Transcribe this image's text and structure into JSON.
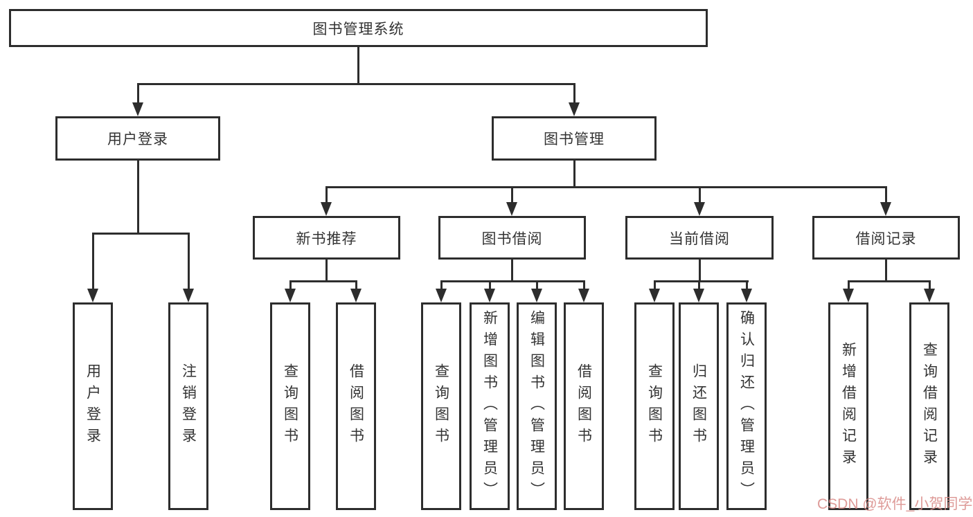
{
  "diagram": {
    "type": "hierarchy",
    "tree": {
      "label": "图书管理系统",
      "children": [
        {
          "label": "用户登录",
          "children": [
            {
              "label": "用户登录"
            },
            {
              "label": "注销登录"
            }
          ]
        },
        {
          "label": "图书管理",
          "children": [
            {
              "label": "新书推荐",
              "children": [
                {
                  "label": "查询图书"
                },
                {
                  "label": "借阅图书"
                }
              ]
            },
            {
              "label": "图书借阅",
              "children": [
                {
                  "label": "查询图书"
                },
                {
                  "label": "新增图书（管理员）"
                },
                {
                  "label": "编辑图书（管理员）"
                },
                {
                  "label": "借阅图书"
                }
              ]
            },
            {
              "label": "当前借阅",
              "children": [
                {
                  "label": "查询图书"
                },
                {
                  "label": "归还图书"
                },
                {
                  "label": "确认归还（管理员）"
                }
              ]
            },
            {
              "label": "借阅记录",
              "children": [
                {
                  "label": "新增借阅记录"
                },
                {
                  "label": "查询借阅记录"
                }
              ]
            }
          ]
        }
      ]
    },
    "watermark": {
      "text": "CSDN @软件_小贺同学",
      "color": "#d98a87"
    },
    "colors": {
      "line": "#2d2d2d",
      "border": "#2d2d2d",
      "background": "#ffffff",
      "text": "#333333"
    }
  }
}
